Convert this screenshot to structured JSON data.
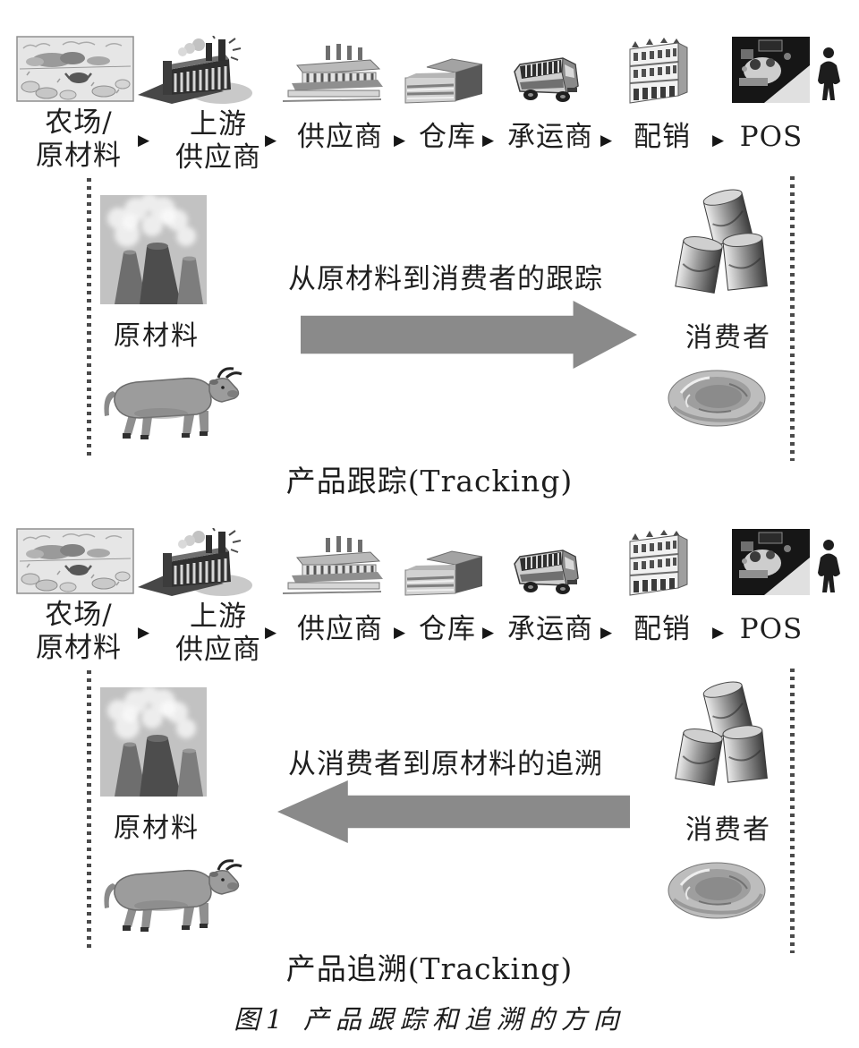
{
  "figure": {
    "caption": "图1 产品跟踪和追溯的方向"
  },
  "chain": {
    "separator": "▶",
    "stages": [
      {
        "name": "farm",
        "line1": "农场/",
        "line2": "原材料"
      },
      {
        "name": "upstream-supplier",
        "line1": "上游",
        "line2": "供应商"
      },
      {
        "name": "supplier",
        "line1": "供应商",
        "line2": ""
      },
      {
        "name": "warehouse",
        "line1": "仓库",
        "line2": ""
      },
      {
        "name": "carrier",
        "line1": "承运商",
        "line2": ""
      },
      {
        "name": "distribution",
        "line1": "配销",
        "line2": ""
      },
      {
        "name": "pos",
        "line1": "POS",
        "line2": ""
      }
    ]
  },
  "diagrams": [
    {
      "arrow_label": "从原材料到消费者的跟踪",
      "arrow_direction": "right",
      "source_label": "原材料",
      "target_label": "消费者",
      "title": "产品跟踪(Tracking)"
    },
    {
      "arrow_label": "从消费者到原材料的追溯",
      "arrow_direction": "left",
      "source_label": "原材料",
      "target_label": "消费者",
      "title": "产品追溯(Tracking)"
    }
  ],
  "colors": {
    "arrow": "#8a8a8a",
    "text": "#1f1f1f"
  }
}
